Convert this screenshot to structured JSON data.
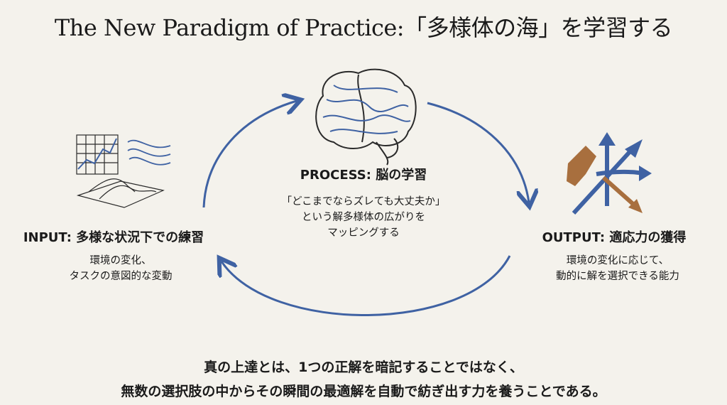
{
  "title": "The New Paradigm of Practice:「多様体の海」を学習する",
  "input": {
    "label": "INPUT: 多様な状況下での練習",
    "desc": [
      "環境の変化、",
      "タスクの意図的な変動"
    ]
  },
  "process": {
    "label": "PROCESS: 脳の学習",
    "desc": [
      "「どこまでならズレても大丈夫か」",
      "という解多様体の広がりを",
      "マッピングする"
    ]
  },
  "output": {
    "label": "OUTPUT: 適応力の獲得",
    "desc": [
      "環境の変化に応じて、",
      "動的に解を選択できる能力"
    ]
  },
  "footer": [
    "真の上達とは、1つの正解を暗記することではなく、",
    "無数の選択肢の中からその瞬間の最適解を自動で紡ぎ出す力を養うことである。"
  ],
  "colors": {
    "arrow": "#3f62a3",
    "accent": "#a86f3e",
    "background": "#f4f2ec"
  }
}
